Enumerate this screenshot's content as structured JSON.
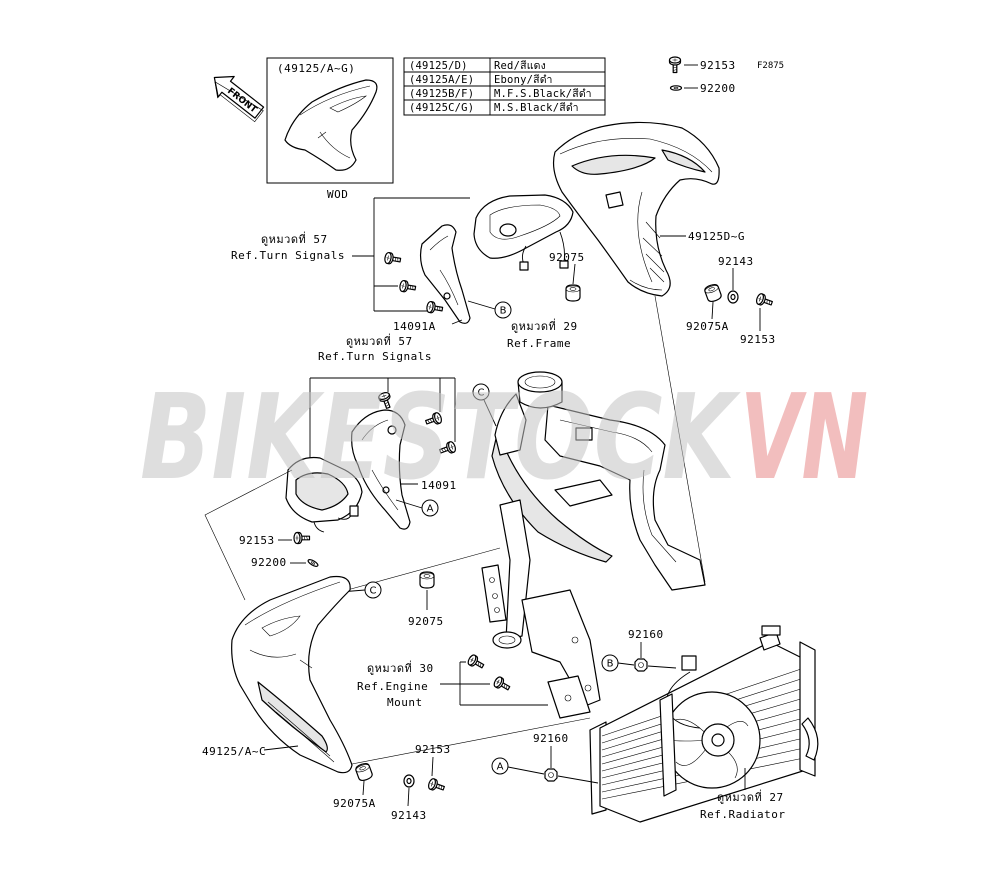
{
  "diagram_code": "F2875",
  "front_label": "FRONT",
  "inset": {
    "part_ref": "(49125/A~G)",
    "caption": "WOD"
  },
  "color_table": [
    {
      "part": "(49125/D)",
      "color": "Red/สีแดง"
    },
    {
      "part": "(49125A/E)",
      "color": "Ebony/สีดำ"
    },
    {
      "part": "(49125B/F)",
      "color": "M.F.S.Black/สีดำ"
    },
    {
      "part": "(49125C/G)",
      "color": "M.S.Black/สีดำ"
    }
  ],
  "parts": {
    "screw_top": "92153",
    "washer_top": "92200",
    "right_cowl": "49125D~G",
    "grommet_right_upper": "92075",
    "washer_right": "92143",
    "grommet_right": "92075A",
    "screw_right": "92153",
    "bracket_right": "14091A",
    "bracket_left": "14091",
    "screw_left": "92153",
    "washer_left": "92200",
    "grommet_center": "92075",
    "left_cowl": "49125/A~C",
    "screw_left_lower": "92153",
    "grommet_left_lower": "92075A",
    "washer_left_lower": "92143",
    "nut_upper": "92160",
    "nut_lower": "92160"
  },
  "references": {
    "turn_signals_upper": {
      "thai": "ดูหมวดที่ 57",
      "label": "Ref.Turn Signals"
    },
    "frame": {
      "thai": "ดูหมวดที่ 29",
      "label": "Ref.Frame"
    },
    "turn_signals_lower": {
      "thai": "ดูหมวดที่ 57",
      "label": "Ref.Turn Signals"
    },
    "engine_mount": {
      "thai": "ดูหมวดที่ 30",
      "label": "Ref.Engine",
      "label2": "Mount"
    },
    "radiator": {
      "thai": "ดูหมวดที่ 27",
      "label": "Ref.Radiator"
    }
  },
  "callouts": {
    "c_frame": "C",
    "b_bracket": "B",
    "a_bracket": "A",
    "c_cowl": "C",
    "b_radiator": "B",
    "a_radiator": "A"
  },
  "watermark": {
    "text_main": "BIKESTOCK",
    "text_accent": "VN"
  },
  "colors": {
    "line": "#000000",
    "background": "#ffffff",
    "watermark_gray": "#c4c4c4",
    "watermark_red": "#e88a8a"
  }
}
